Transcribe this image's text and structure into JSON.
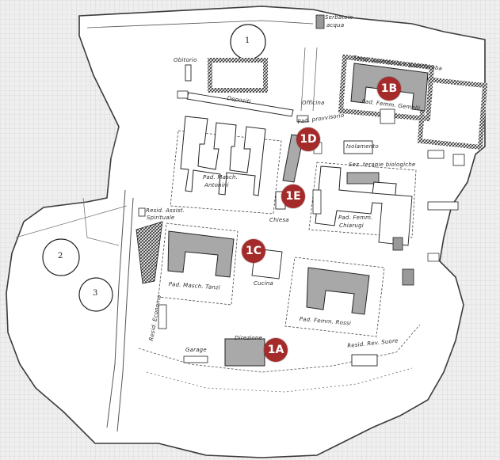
{
  "markers": [
    {
      "id": "1A",
      "label": "1A"
    },
    {
      "id": "1B",
      "label": "1B"
    },
    {
      "id": "1C",
      "label": "1C"
    },
    {
      "id": "1D",
      "label": "1D"
    },
    {
      "id": "1E",
      "label": "1E"
    }
  ],
  "tanks": [
    "1",
    "2",
    "3"
  ],
  "labels": {
    "serbatoio": "Serbatoio",
    "acqua": "acqua",
    "obitorio": "Obitorio",
    "serra": "Serra lavanderia e guardaroba",
    "gemelli": "Pad. Femm. Gemelli",
    "depositi": "Depositi",
    "officina": "Officina",
    "provvisorio": "Pad. provvisorio",
    "isolamento": "Isolamento",
    "terapie": "Sez. terapie biologiche",
    "antonini_1": "Pad. Masch.",
    "antonini_2": "Antonini",
    "chiarugi_1": "Pad. Femm.",
    "chiarugi_2": "Chiarugi",
    "chiesa": "Chiesa",
    "spirituale_1": "Resid. Assist.",
    "spirituale_2": "Spirituale",
    "tanzi": "Pad. Masch. Tanzi",
    "cucina": "Cucina",
    "rossi": "Pad. Femm. Rossi",
    "economo": "Resid. Economo",
    "direzione": "Direzione",
    "garage": "Garage",
    "suore": "Resid. Rev. Suore"
  }
}
